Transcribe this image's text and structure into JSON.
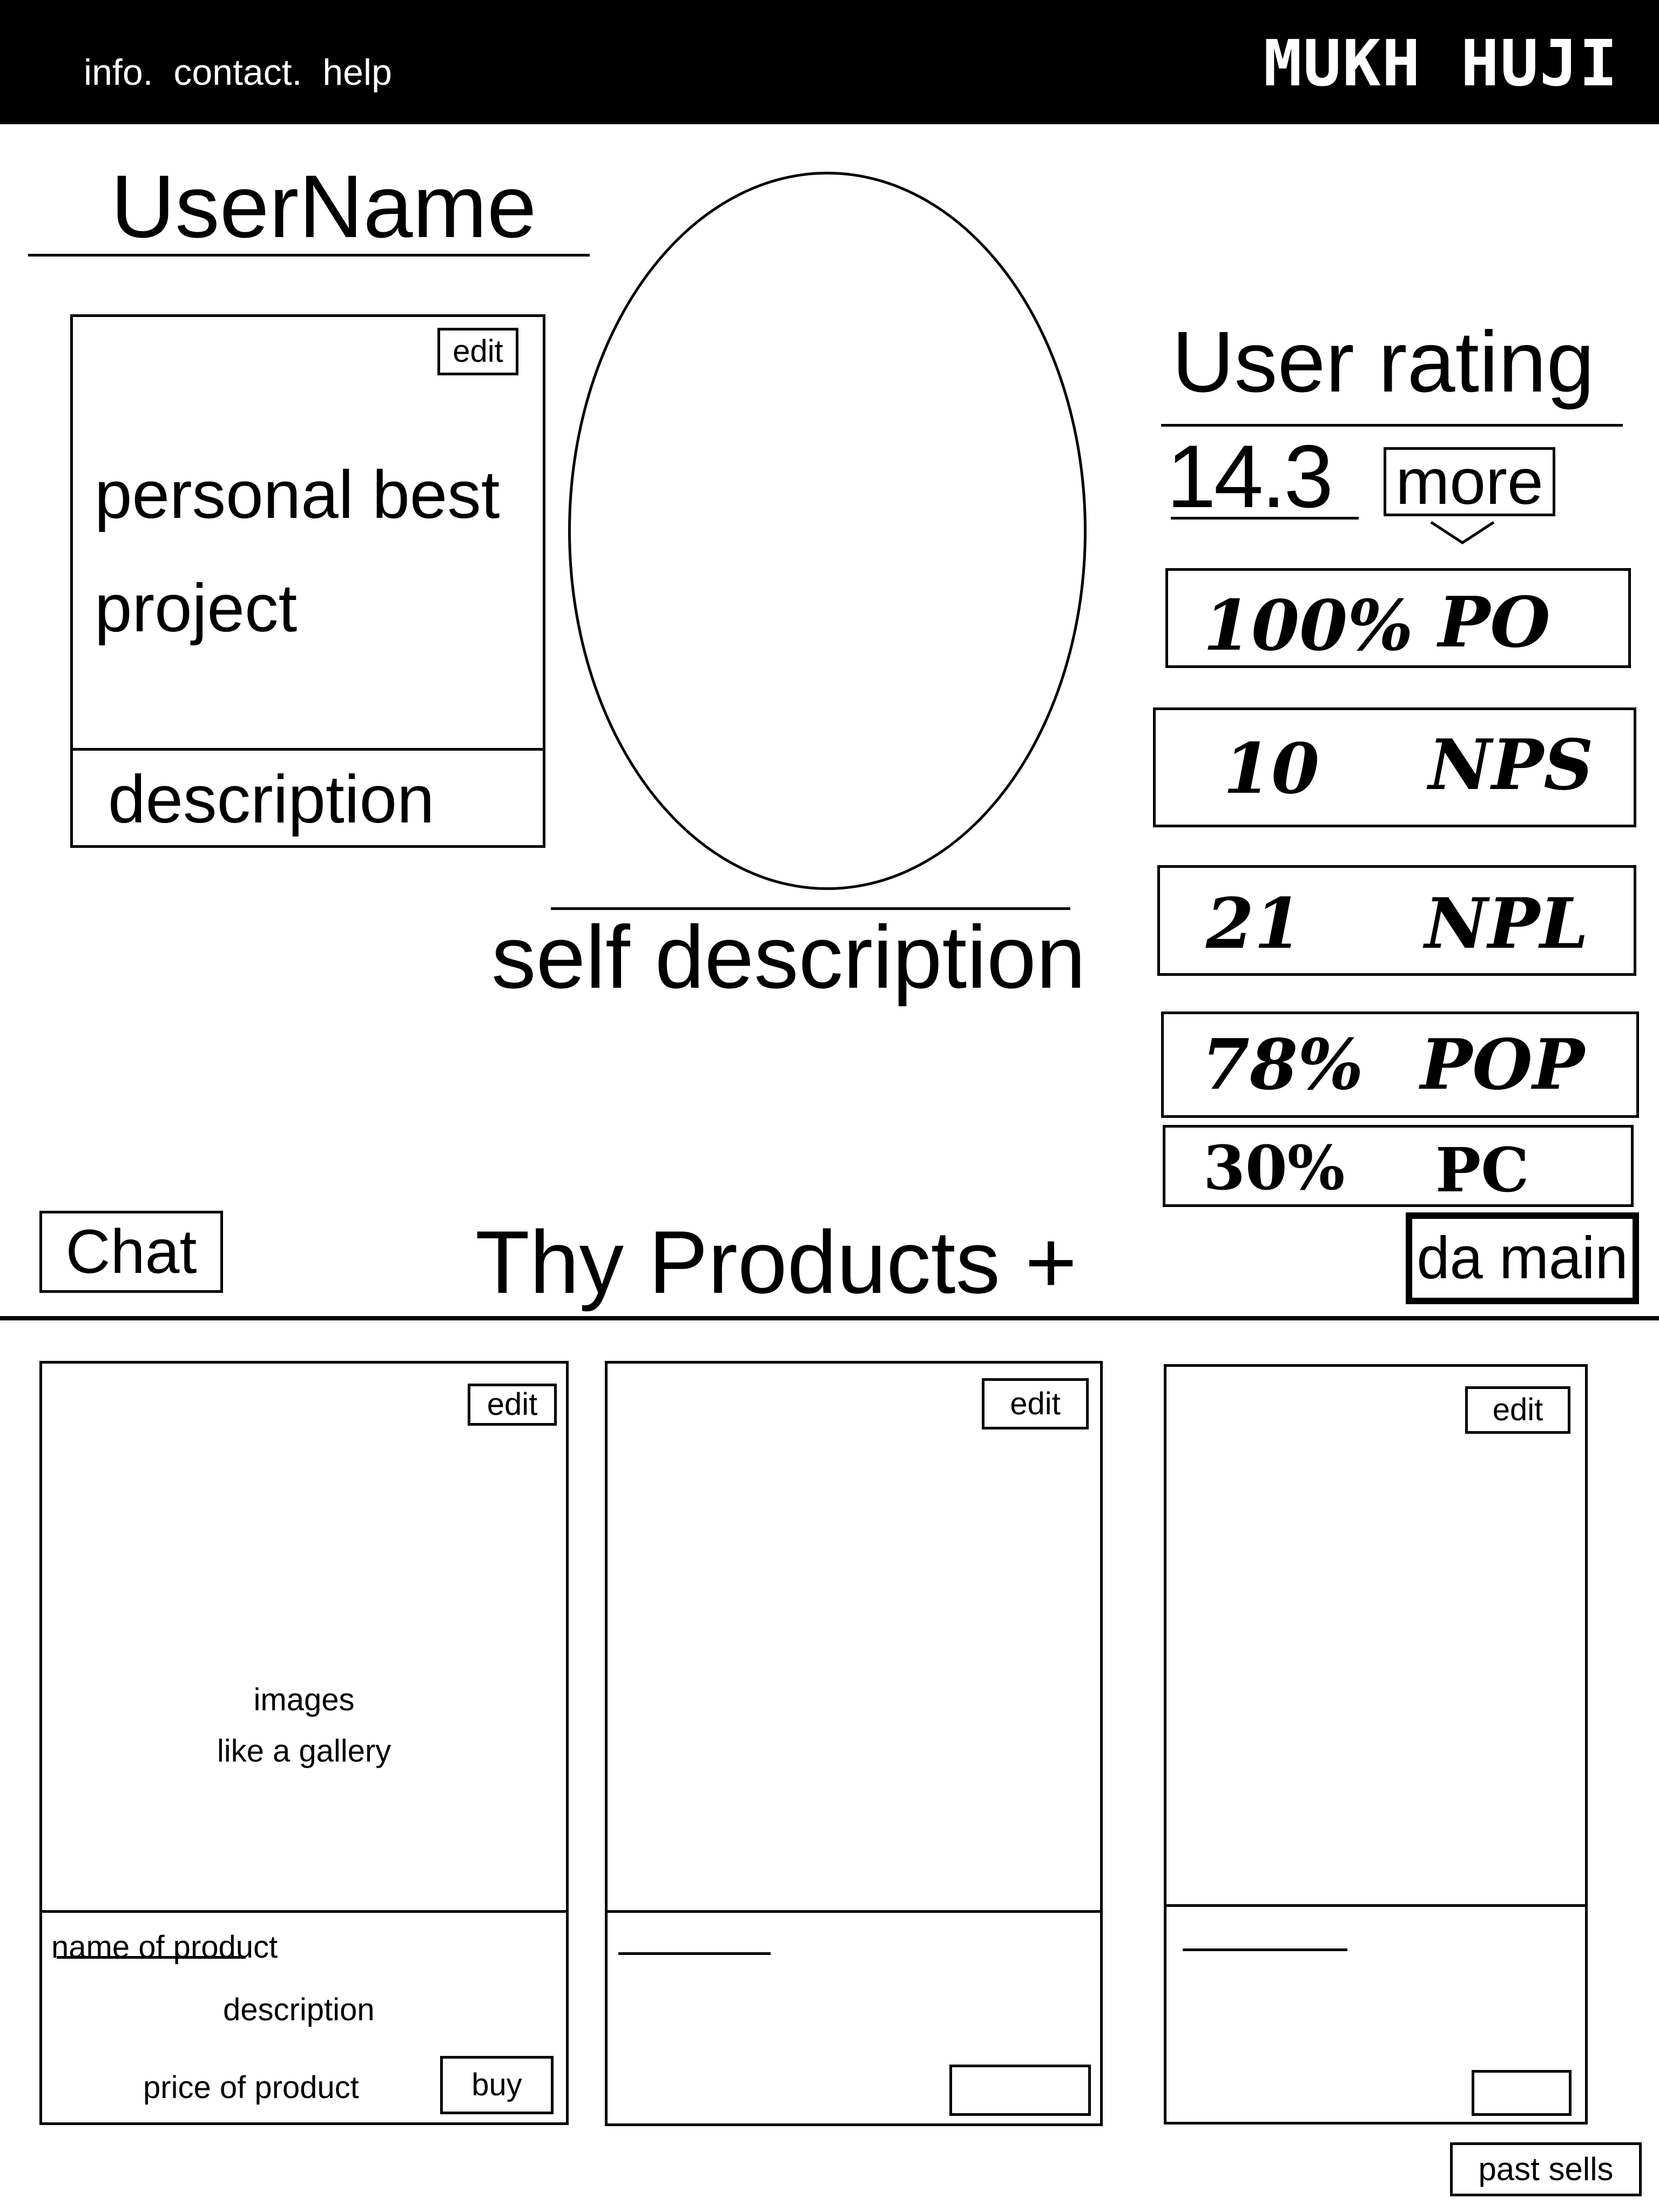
{
  "header": {
    "nav_links": "info.  contact.  help",
    "brand": "MUKH HUJI",
    "background": "#000000",
    "text_color": "#ffffff"
  },
  "profile": {
    "username": "UserName",
    "self_description": "self description"
  },
  "project_card": {
    "edit_label": "edit",
    "title_line1": "personal best",
    "title_line2": "project",
    "description": "description"
  },
  "rating": {
    "title": "User rating",
    "value": "14.3",
    "more_label": "more",
    "more_icon": "chevron-down-icon",
    "stats": [
      {
        "value": "100%",
        "label": "PO"
      },
      {
        "value": "10",
        "label": "NPS"
      },
      {
        "value": "21",
        "label": "NPL"
      },
      {
        "value": "78%",
        "label": "POP"
      },
      {
        "value": "30%",
        "label": "PC"
      }
    ]
  },
  "products_section": {
    "chat_label": "Chat",
    "title": "Thy Products +",
    "da_main_label": "da main",
    "past_sells_label": "past sells"
  },
  "products": [
    {
      "edit_label": "edit",
      "gallery_line1": "images",
      "gallery_line2": "like a gallery",
      "name": "name of product",
      "description": "description",
      "price": "price of product",
      "buy_label": "buy"
    },
    {
      "edit_label": "edit"
    },
    {
      "edit_label": "edit"
    }
  ]
}
